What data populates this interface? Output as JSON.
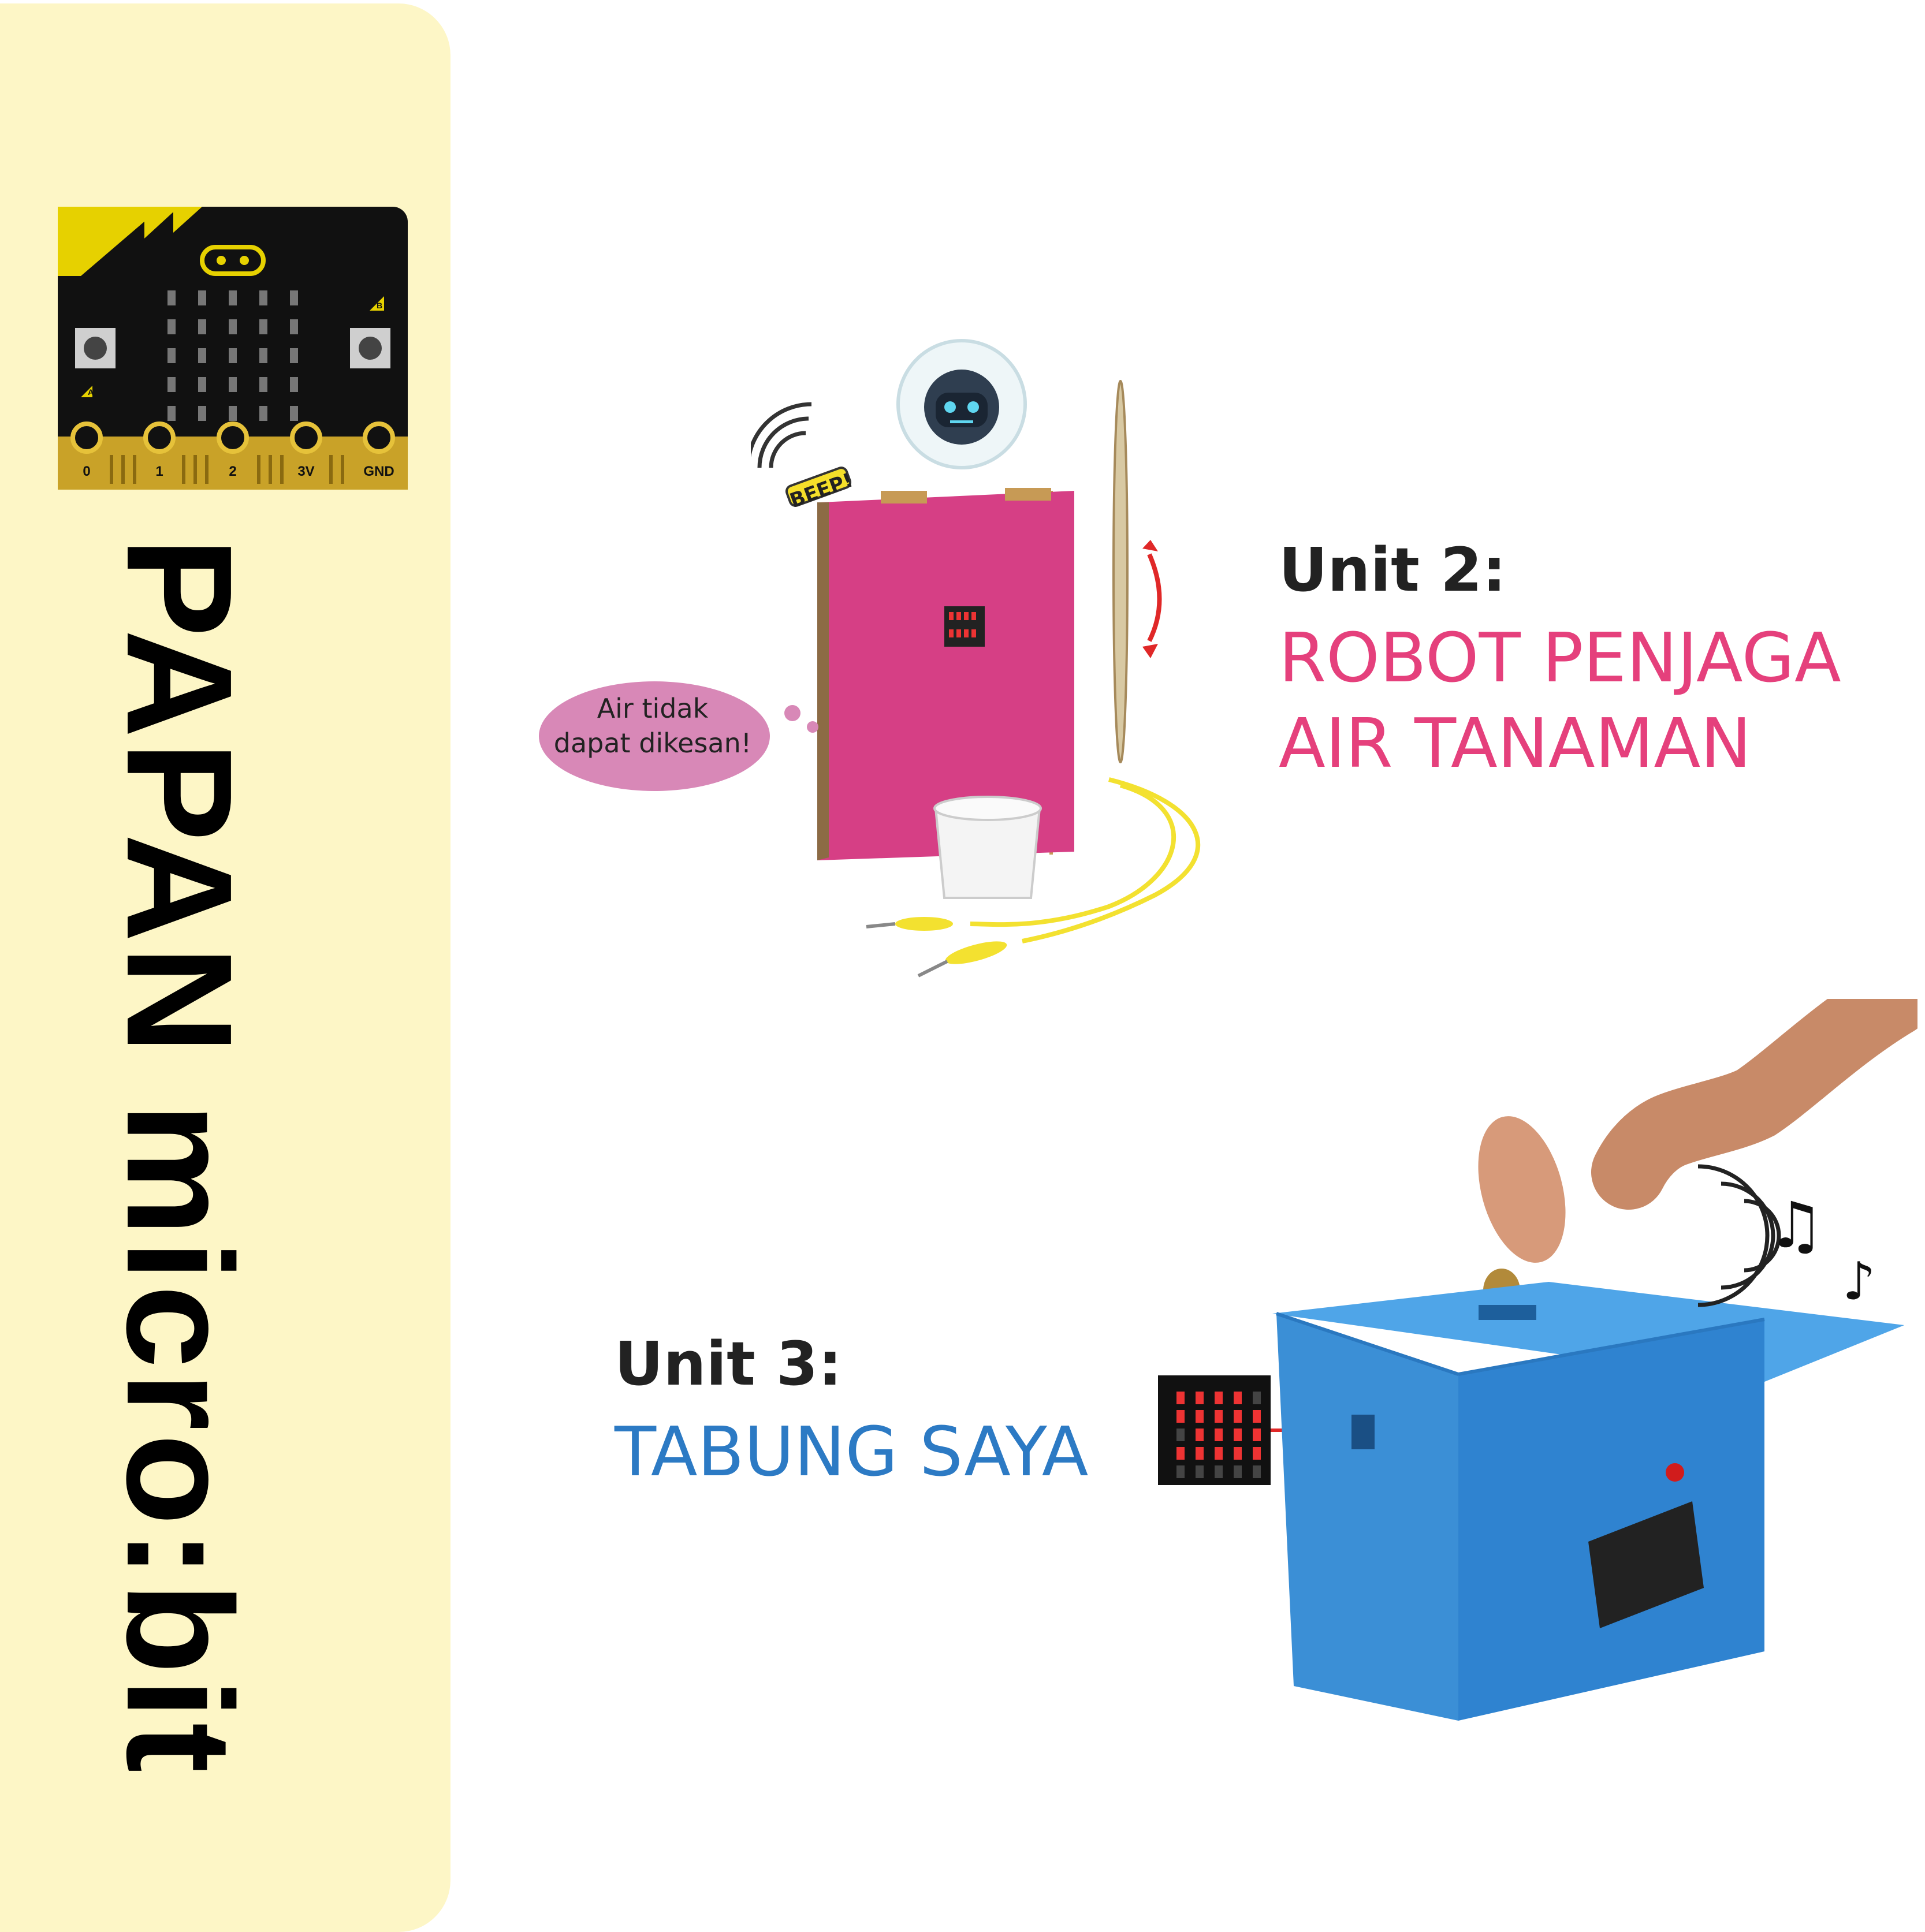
{
  "sidebar": {
    "title": "PAPAN micro:bit",
    "background": "#fdf6c6",
    "board": {
      "button_a": "A",
      "button_b": "B",
      "pins": [
        "0",
        "1",
        "2",
        "3V",
        "GND"
      ]
    }
  },
  "unit2": {
    "label": "Unit 2:",
    "title_line1": "ROBOT PENJAGA",
    "title_line2": "AIR TANAMAN",
    "title_color": "#e5407c",
    "beep": "BEEP!",
    "bubble_line1": "Air tidak",
    "bubble_line2": "dapat dikesan!"
  },
  "unit3": {
    "label": "Unit 3:",
    "title": "TABUNG SAYA",
    "title_color": "#2c7ac4"
  }
}
